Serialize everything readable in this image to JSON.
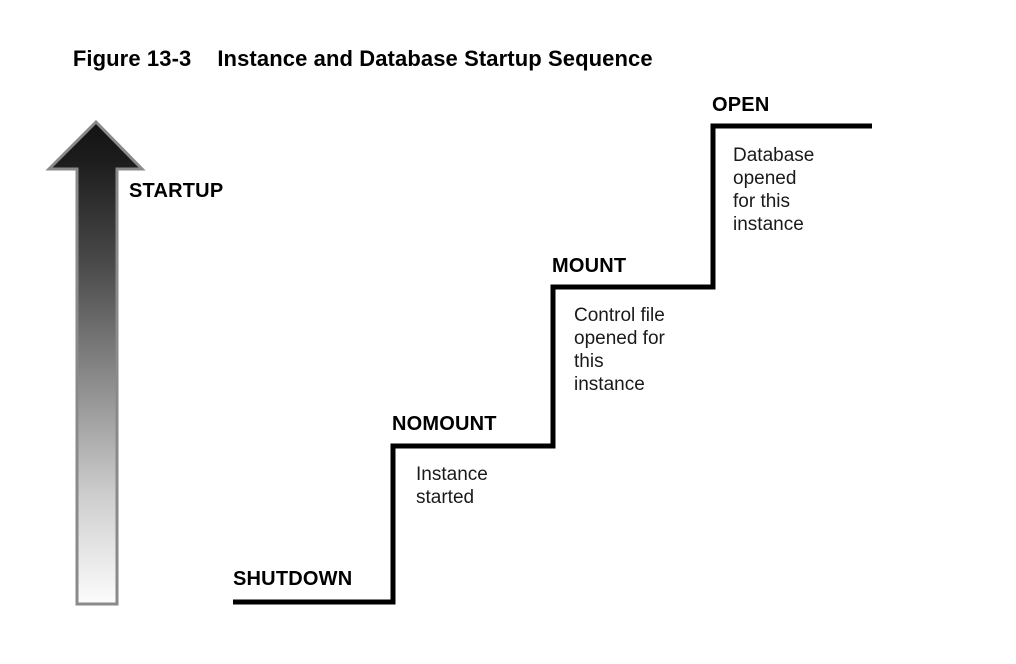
{
  "figure": {
    "number": "Figure 13-3",
    "title": "Instance and Database Startup Sequence"
  },
  "arrow": {
    "label": "STARTUP",
    "direction": "up",
    "gradient_top_color": "#1a1a1a",
    "gradient_bottom_color": "#fbfbfb",
    "outline_color": "#8a8a8a"
  },
  "stairs": {
    "line_color": "#000000",
    "steps": [
      {
        "label": "SHUTDOWN",
        "description": ""
      },
      {
        "label": "NOMOUNT",
        "description": "Instance\nstarted"
      },
      {
        "label": "MOUNT",
        "description": "Control file\nopened for\nthis\ninstance"
      },
      {
        "label": "OPEN",
        "description": "Database\nopened\nfor this\ninstance"
      }
    ]
  }
}
